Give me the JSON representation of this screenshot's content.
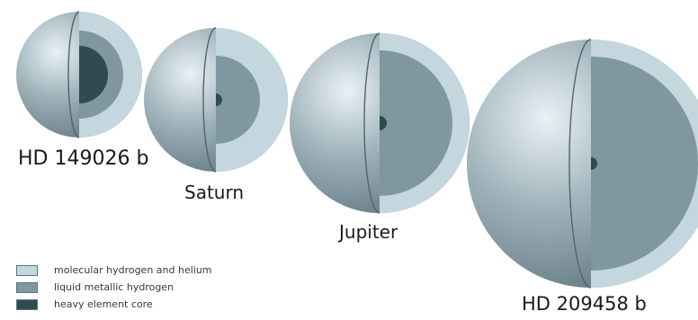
{
  "colors": {
    "molecular": "#c4d6de",
    "metallic": "#7f979f",
    "core": "#2f4a50",
    "sphere": "#9fb3bb",
    "sphere_shadow": "#5e747c",
    "sphere_highlight": "#e9f1f4"
  },
  "planets": [
    {
      "id": "hd149026b",
      "label": "HD 149026 b"
    },
    {
      "id": "saturn",
      "label": "Saturn"
    },
    {
      "id": "jupiter",
      "label": "Jupiter"
    },
    {
      "id": "hd209458b",
      "label": "HD 209458 b"
    }
  ],
  "legend": [
    {
      "label": "molecular hydrogen and helium",
      "color": "#c4d6de"
    },
    {
      "label": "liquid metallic hydrogen",
      "color": "#7f979f"
    },
    {
      "label": "heavy element core",
      "color": "#2f4a50"
    }
  ]
}
